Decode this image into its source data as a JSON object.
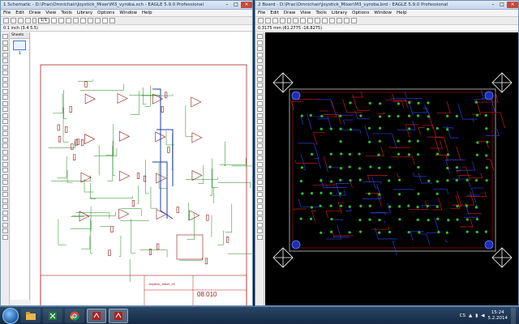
{
  "schematic": {
    "title": "1 Schematic - D:\\Prac\\Omnichair\\Joystick_Mixer\\M3_vyroba.sch - EAGLE 5.9.0 Professional",
    "menu": [
      "File",
      "Edit",
      "Draw",
      "View",
      "Tools",
      "Library",
      "Options",
      "Window",
      "Help"
    ],
    "sheet_select": "1/1",
    "coord": "0.1 inch (3.4 5.5)",
    "sheets_label": "Sheets",
    "sheet_number": "1",
    "titleblock_code": "08.010",
    "titleblock_name": "Joystick_Mixer_v3"
  },
  "board": {
    "title": "2 Board - D:\\Prac\\Omnichair\\Joystick_Mixer\\M3_vyroba.brd - EAGLE 5.9.0 Professional",
    "menu": [
      "File",
      "Edit",
      "Draw",
      "View",
      "Tools",
      "Library",
      "Options",
      "Window",
      "Help"
    ],
    "coord": "0.3175 mm (61.2775 -16.8275)"
  },
  "taskbar": {
    "lang": "CS",
    "time": "15:24",
    "date": "5.2.2014",
    "apps": [
      "explorer",
      "excel",
      "chrome",
      "eagle-sch",
      "eagle-brd"
    ]
  },
  "colors": {
    "accent": "#3b7bd6",
    "board_bg": "#000000"
  }
}
